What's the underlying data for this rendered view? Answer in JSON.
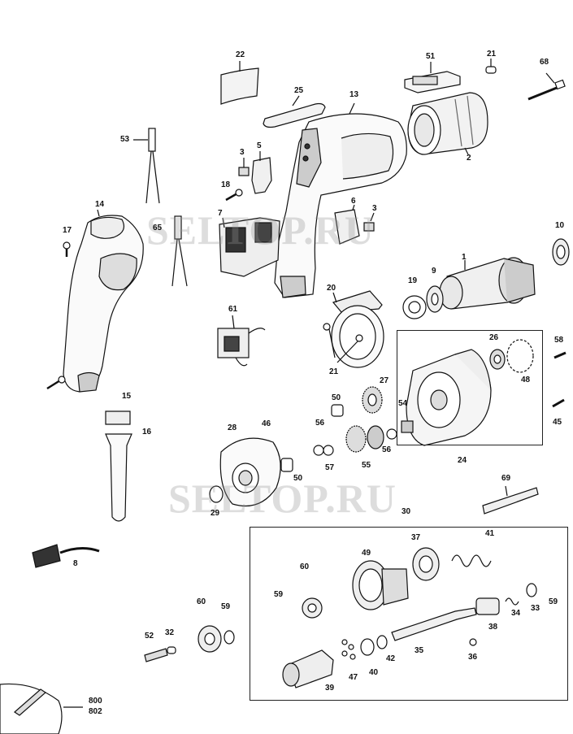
{
  "watermark": "SELTOP.RU",
  "labels": {
    "p22": "22",
    "p51": "51",
    "p21a": "21",
    "p68": "68",
    "p25": "25",
    "p13": "13",
    "p53": "53",
    "p3a": "3",
    "p5": "5",
    "p2": "2",
    "p18": "18",
    "p14": "14",
    "p6": "6",
    "p3b": "3",
    "p7": "7",
    "p65": "65",
    "p17": "17",
    "p10": "10",
    "p1": "1",
    "p19": "19",
    "p9": "9",
    "p20": "20",
    "p61": "61",
    "p26": "26",
    "p58": "58",
    "p48": "48",
    "p21b": "21",
    "p27": "27",
    "p50a": "50",
    "p54": "54",
    "p15": "15",
    "p45": "45",
    "p16": "16",
    "p28": "28",
    "p46": "46",
    "p56a": "56",
    "p56b": "56",
    "p57": "57",
    "p55": "55",
    "p24": "24",
    "p50b": "50",
    "p69": "69",
    "p29": "29",
    "p30": "30",
    "p37": "37",
    "p41": "41",
    "p49": "49",
    "p8": "8",
    "p60a": "60",
    "p59a": "59",
    "p34": "34",
    "p33": "33",
    "p59b": "59",
    "p38": "38",
    "p60b": "60",
    "p59c": "59",
    "p52": "52",
    "p32": "32",
    "p35": "35",
    "p36": "36",
    "p42": "42",
    "p40": "40",
    "p47": "47",
    "p39": "39",
    "p800": "800",
    "p802": "802"
  }
}
